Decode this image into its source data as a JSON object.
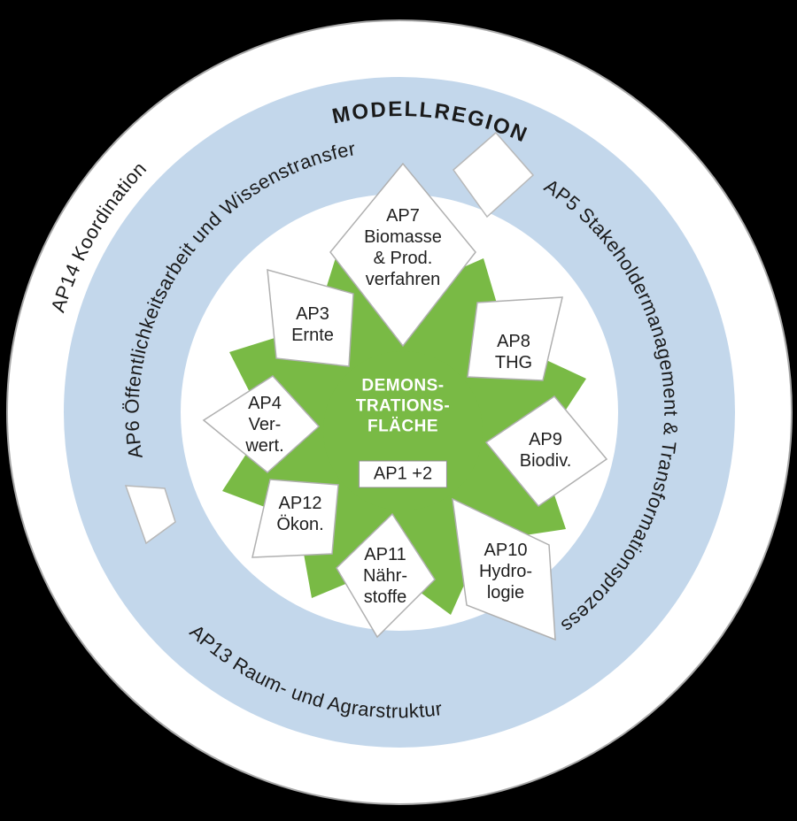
{
  "rings": {
    "ap14_label": "AP14 Koordination",
    "modellregion_label": "MODELLREGION",
    "ap6_label": "AP6 Öffentlichkeitsarbeit und Wissenstransfer",
    "ap5_label": "AP5 Stakeholdermanagement & Transformationsprozess",
    "ap13_label": "AP13 Raum- und Agrarstruktur"
  },
  "wedges": {
    "ap7_label": "AP7\nBiomasse\n& Prod.\nverfahren",
    "ap3_label": "AP3\nErnte",
    "ap8_label": "AP8\nTHG",
    "ap4_label": "AP4\nVer-\nwert.",
    "ap9_label": "AP9\nBiodiv.",
    "ap12_label": "AP12\nÖkon.",
    "ap11_label": "AP11\nNähr-\nstoffe",
    "ap10_label": "AP10\nHydro-\nlogie"
  },
  "center": {
    "title": "DEMONS-\nTRATIONS-\nFLÄCHE",
    "badge": "AP1 +2"
  },
  "colors": {
    "background": "#000000",
    "ring_white": "#ffffff",
    "ring_blue": "#c3d7eb",
    "green": "#79ba45",
    "modellregion_text": "#2e74b5",
    "text": "#1f1f1f"
  }
}
